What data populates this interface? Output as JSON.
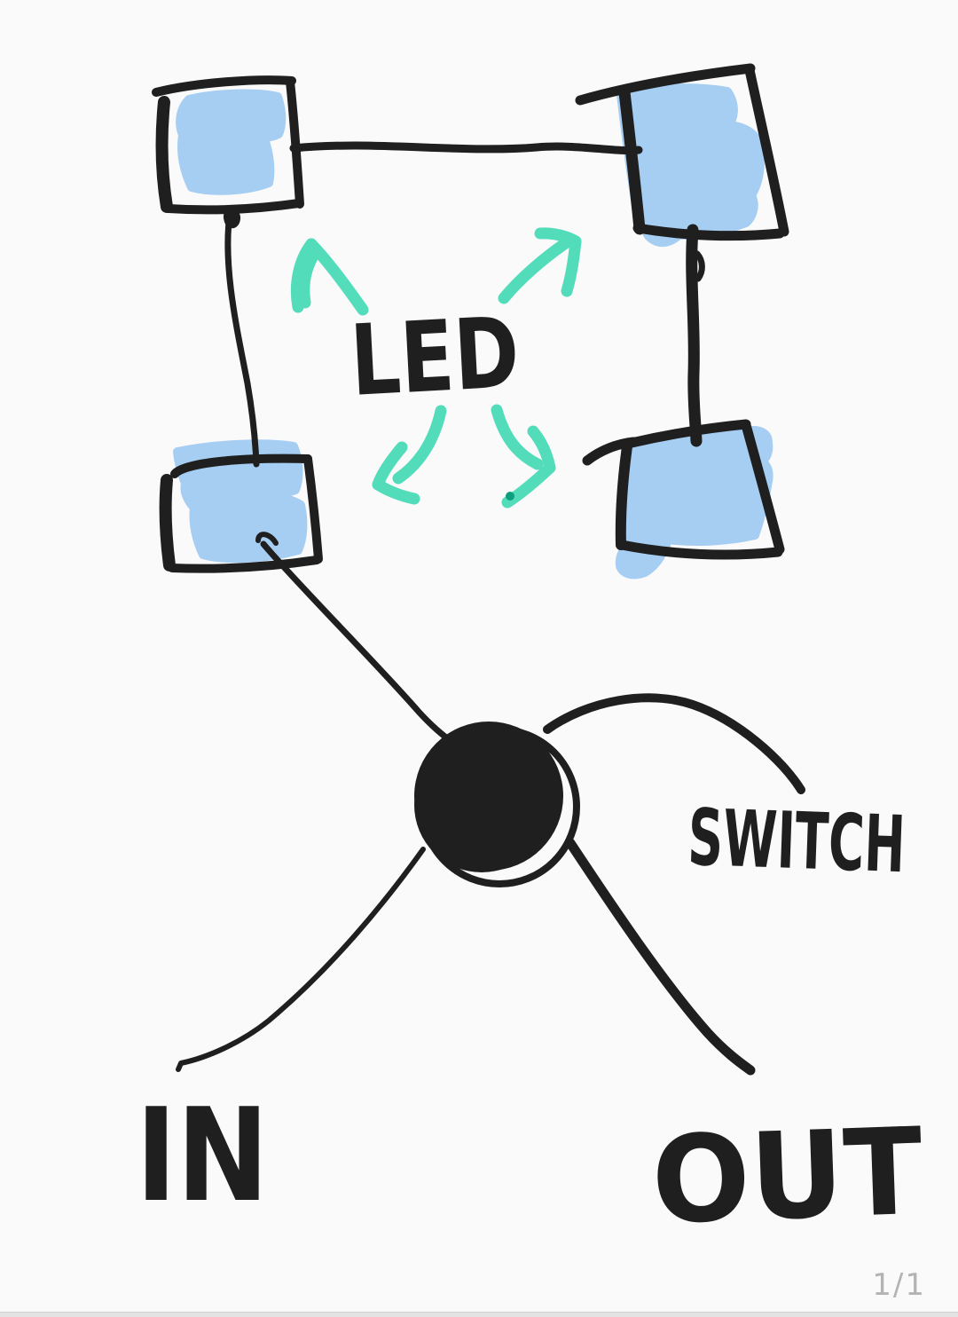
{
  "canvas": {
    "colors": {
      "background": "#fafafa",
      "ink": "#1f1f1f",
      "led_fill": "#a6cdf2",
      "accent_teal": "#3bd8b2",
      "accent_teal_dark": "#0e9f7e",
      "page_indicator_text": "#b3b3b3",
      "bottom_bar": "#e3e3e3",
      "bottom_bar_border": "#d2d2d2"
    }
  },
  "labels": {
    "led": "LED",
    "switch": "SWITCH",
    "in": "IN",
    "out": "OUT"
  },
  "footer": {
    "page_indicator": "1/1"
  }
}
